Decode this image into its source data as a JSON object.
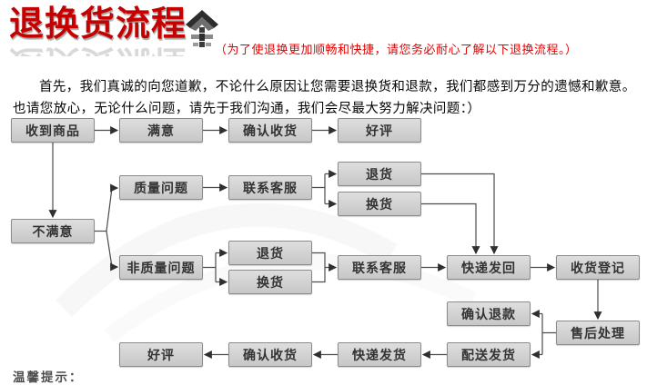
{
  "header": {
    "title": "退换货流程",
    "subtitle": "（为了使退换更加顺畅和快捷，请您务必耐心了解以下退换流程。）",
    "logo_icon": "house-icon"
  },
  "intro": {
    "text": "首先，我们真诚的向您道歉，不论什么原因让您需要退换货和退款，我们都感到万分的遗憾和歉意。也请您放心，无论什么问题，请先于我们沟通，我们会尽最大努力解决问题：）"
  },
  "flowchart": {
    "nodes": [
      {
        "id": "received-goods",
        "label": "收到商品"
      },
      {
        "id": "satisfied",
        "label": "满意"
      },
      {
        "id": "confirm-receipt-top",
        "label": "确认收货"
      },
      {
        "id": "good-review-top",
        "label": "好评"
      },
      {
        "id": "quality-issue",
        "label": "质量问题"
      },
      {
        "id": "contact-service-quality",
        "label": "联系客服"
      },
      {
        "id": "return-quality",
        "label": "退货"
      },
      {
        "id": "exchange-quality",
        "label": "换货"
      },
      {
        "id": "unsatisfied",
        "label": "不满意"
      },
      {
        "id": "non-quality-issue",
        "label": "非质量问题"
      },
      {
        "id": "return-nonquality",
        "label": "退货"
      },
      {
        "id": "exchange-nonquality",
        "label": "换货"
      },
      {
        "id": "contact-service-nonquality",
        "label": "联系客服"
      },
      {
        "id": "express-return",
        "label": "快递发回"
      },
      {
        "id": "receipt-register",
        "label": "收货登记"
      },
      {
        "id": "confirm-refund",
        "label": "确认退款"
      },
      {
        "id": "after-sales",
        "label": "售后处理"
      },
      {
        "id": "dispatch-delivery",
        "label": "配送发货"
      },
      {
        "id": "express-delivery",
        "label": "快递发货"
      },
      {
        "id": "confirm-receipt-bottom",
        "label": "确认收货"
      },
      {
        "id": "good-review-bottom",
        "label": "好评"
      }
    ]
  },
  "footer": {
    "tip_label": "温馨提示："
  },
  "colors": {
    "title_red": "#c40000",
    "subtitle_red": "#e50000",
    "box_fill_top": "#dedede",
    "box_fill_bottom": "#c7c7c7",
    "box_border": "#8b8b8b",
    "box_text": "#333333",
    "line": "#4d4d4d",
    "arrow": "#2f2f2f"
  }
}
